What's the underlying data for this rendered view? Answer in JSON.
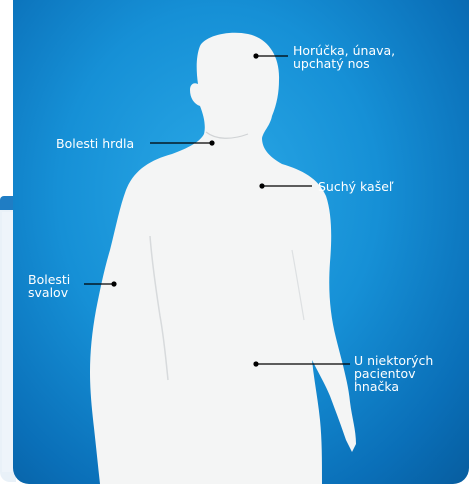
{
  "labels": {
    "fever": "Horúčka, únava,",
    "fever_line2": "upchatý nos",
    "throat": "Bolesti hrdla",
    "cough": "Suchý kašeľ",
    "muscle": "Bolesti",
    "muscle_line2": "svalov",
    "diarrhea": "U niektorých",
    "diarrhea_line2": "pacientov",
    "diarrhea_line3": "hnačka"
  },
  "colors": {
    "panel_center": "#2aa8e6",
    "panel_edge": "#075d9f",
    "body_fill": "#f4f5f5",
    "leader_line": "#000000",
    "label_text": "#ffffff"
  }
}
